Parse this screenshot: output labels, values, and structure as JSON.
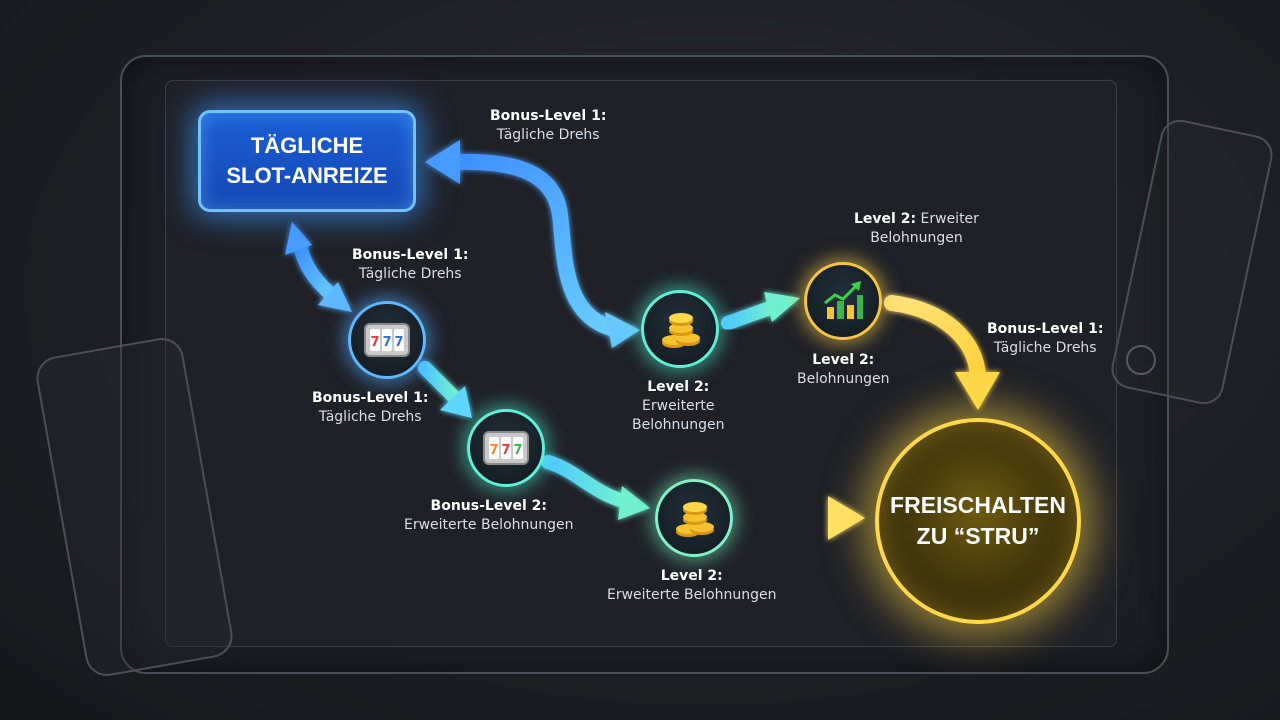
{
  "start": {
    "line1": "TÄGLICHE",
    "line2": "SLOT-ANREIZE"
  },
  "final": {
    "line1": "FREISCHALTEN",
    "line2": "ZU “STRU”"
  },
  "labels": {
    "top_arrow": {
      "title": "Bonus-Level 1:",
      "sub": "Tägliche Drehs"
    },
    "left_upper": {
      "title": "Bonus-Level 1:",
      "sub": "Tägliche Drehs"
    },
    "slot1": {
      "title": "Bonus-Level 1:",
      "sub": "Tägliche Drehs"
    },
    "slot2": {
      "title": "Bonus-Level 2:",
      "sub": "Erweiterte Belohnungen"
    },
    "coins1": {
      "title": "Level 2:",
      "sub1": "Erweiterte",
      "sub2": "Belohnungen"
    },
    "coins2": {
      "title": "Level 2:",
      "sub": "Erweiterte Belohnungen"
    },
    "chart_top": {
      "title": "Level 2:",
      "rest": " Erweiter",
      "sub": "Belohnungen"
    },
    "chart_bottom": {
      "title": "Level 2:",
      "sub": "Belohnungen"
    },
    "right_arrow": {
      "title": "Bonus-Level 1:",
      "sub": "Tägliche Drehs"
    }
  },
  "icons": {
    "slot": "slot-machine-icon",
    "coins": "coin-stack-icon",
    "chart": "growth-chart-icon"
  },
  "colors": {
    "blue": "#5fb8ff",
    "cyan": "#5ff0d8",
    "gold": "#ffd84a",
    "start_fill": "#1b5fd6"
  }
}
